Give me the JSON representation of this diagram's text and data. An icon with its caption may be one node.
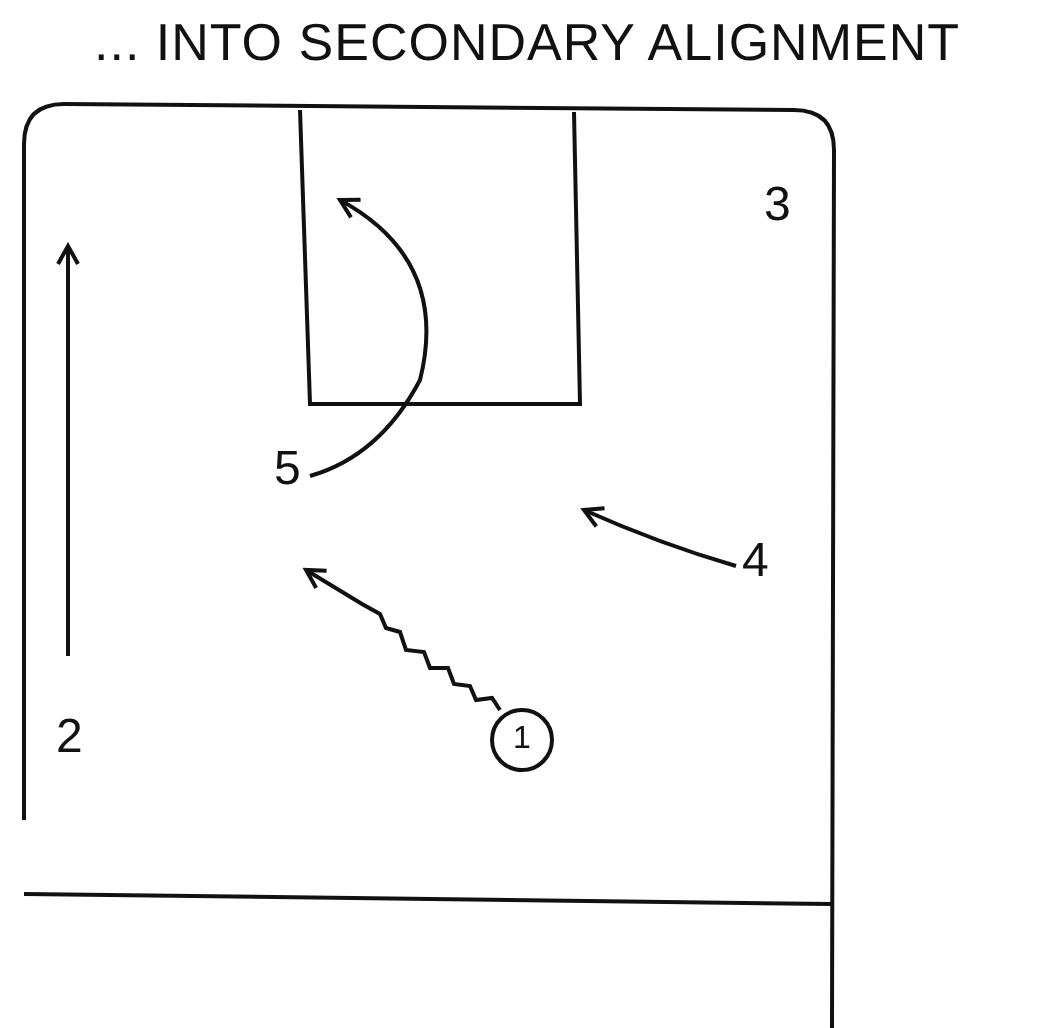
{
  "diagram": {
    "title": "... INTO SECONDARY ALIGNMENT",
    "nodes": [
      {
        "text": [
          "5"
        ]
      },
      {
        "text": [
          "4"
        ]
      },
      {
        "text": [
          "2"
        ]
      },
      {
        "text": [
          "1"
        ]
      }
    ],
    "edges": [
      {
        "from": 0,
        "to": null,
        "arrow": "to"
      },
      {
        "from": 1,
        "to": null,
        "arrow": "to"
      },
      {
        "from": 2,
        "to": null,
        "arrow": "to"
      },
      {
        "from": 3,
        "to": null,
        "arrow": "to"
      }
    ],
    "labels": [
      "3"
    ]
  }
}
